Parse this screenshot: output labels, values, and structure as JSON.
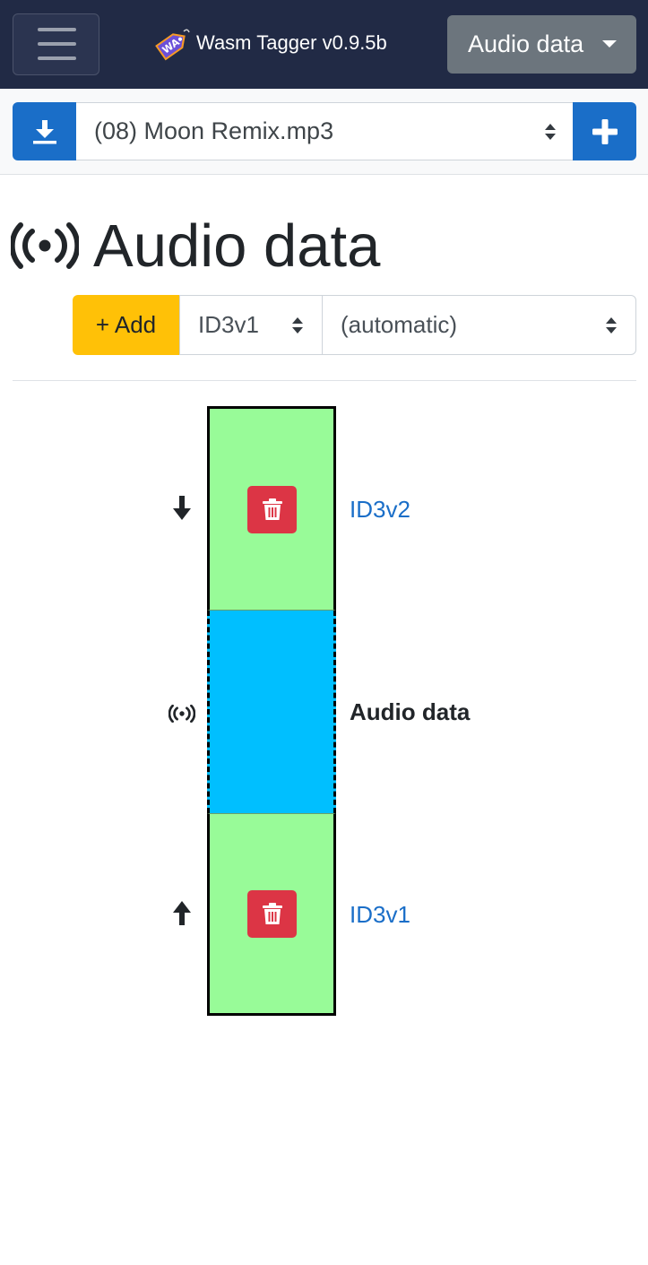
{
  "navbar": {
    "brand": "Wasm Tagger v0.9.5b",
    "logo_text": "WA",
    "view_selector": "Audio data"
  },
  "toolbar": {
    "file": "(08) Moon Remix.mp3"
  },
  "page": {
    "title": "Audio data"
  },
  "controls": {
    "add_label": "+ Add",
    "tag_type": "ID3v1",
    "position": "(automatic)"
  },
  "diagram": {
    "blocks": [
      {
        "label": "ID3v2",
        "kind": "tag",
        "direction": "down"
      },
      {
        "label": "Audio data",
        "kind": "audio"
      },
      {
        "label": "ID3v1",
        "kind": "tag",
        "direction": "up"
      }
    ]
  },
  "colors": {
    "navbar": "#212a45",
    "primary": "#1a6ec8",
    "warning": "#ffc107",
    "danger": "#dc3545",
    "tag_block": "#98fb98",
    "audio_block": "#00bfff"
  },
  "icons": {
    "menu": "hamburger-icon",
    "download": "download-icon",
    "add_file": "plus-icon",
    "audio": "broadcast-icon",
    "delete": "trash-icon",
    "arrow_down": "arrow-down-icon",
    "arrow_up": "arrow-up-icon"
  }
}
